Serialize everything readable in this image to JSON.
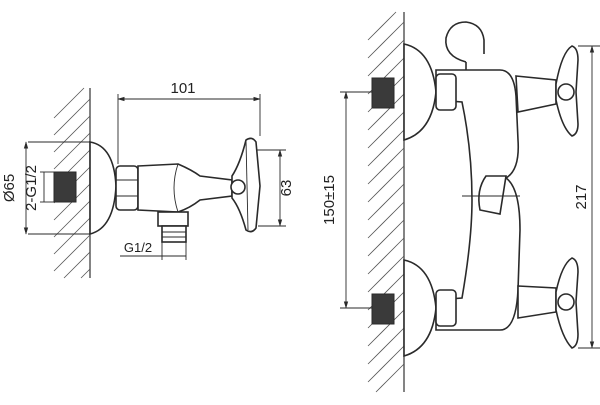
{
  "dimensions": {
    "length_101": "101",
    "height_63": "63",
    "diameter_65": "Ø65",
    "thread_inlet": "2-G1/2",
    "thread_outlet": "G1/2",
    "center_distance": "150±15",
    "total_height": "217"
  }
}
